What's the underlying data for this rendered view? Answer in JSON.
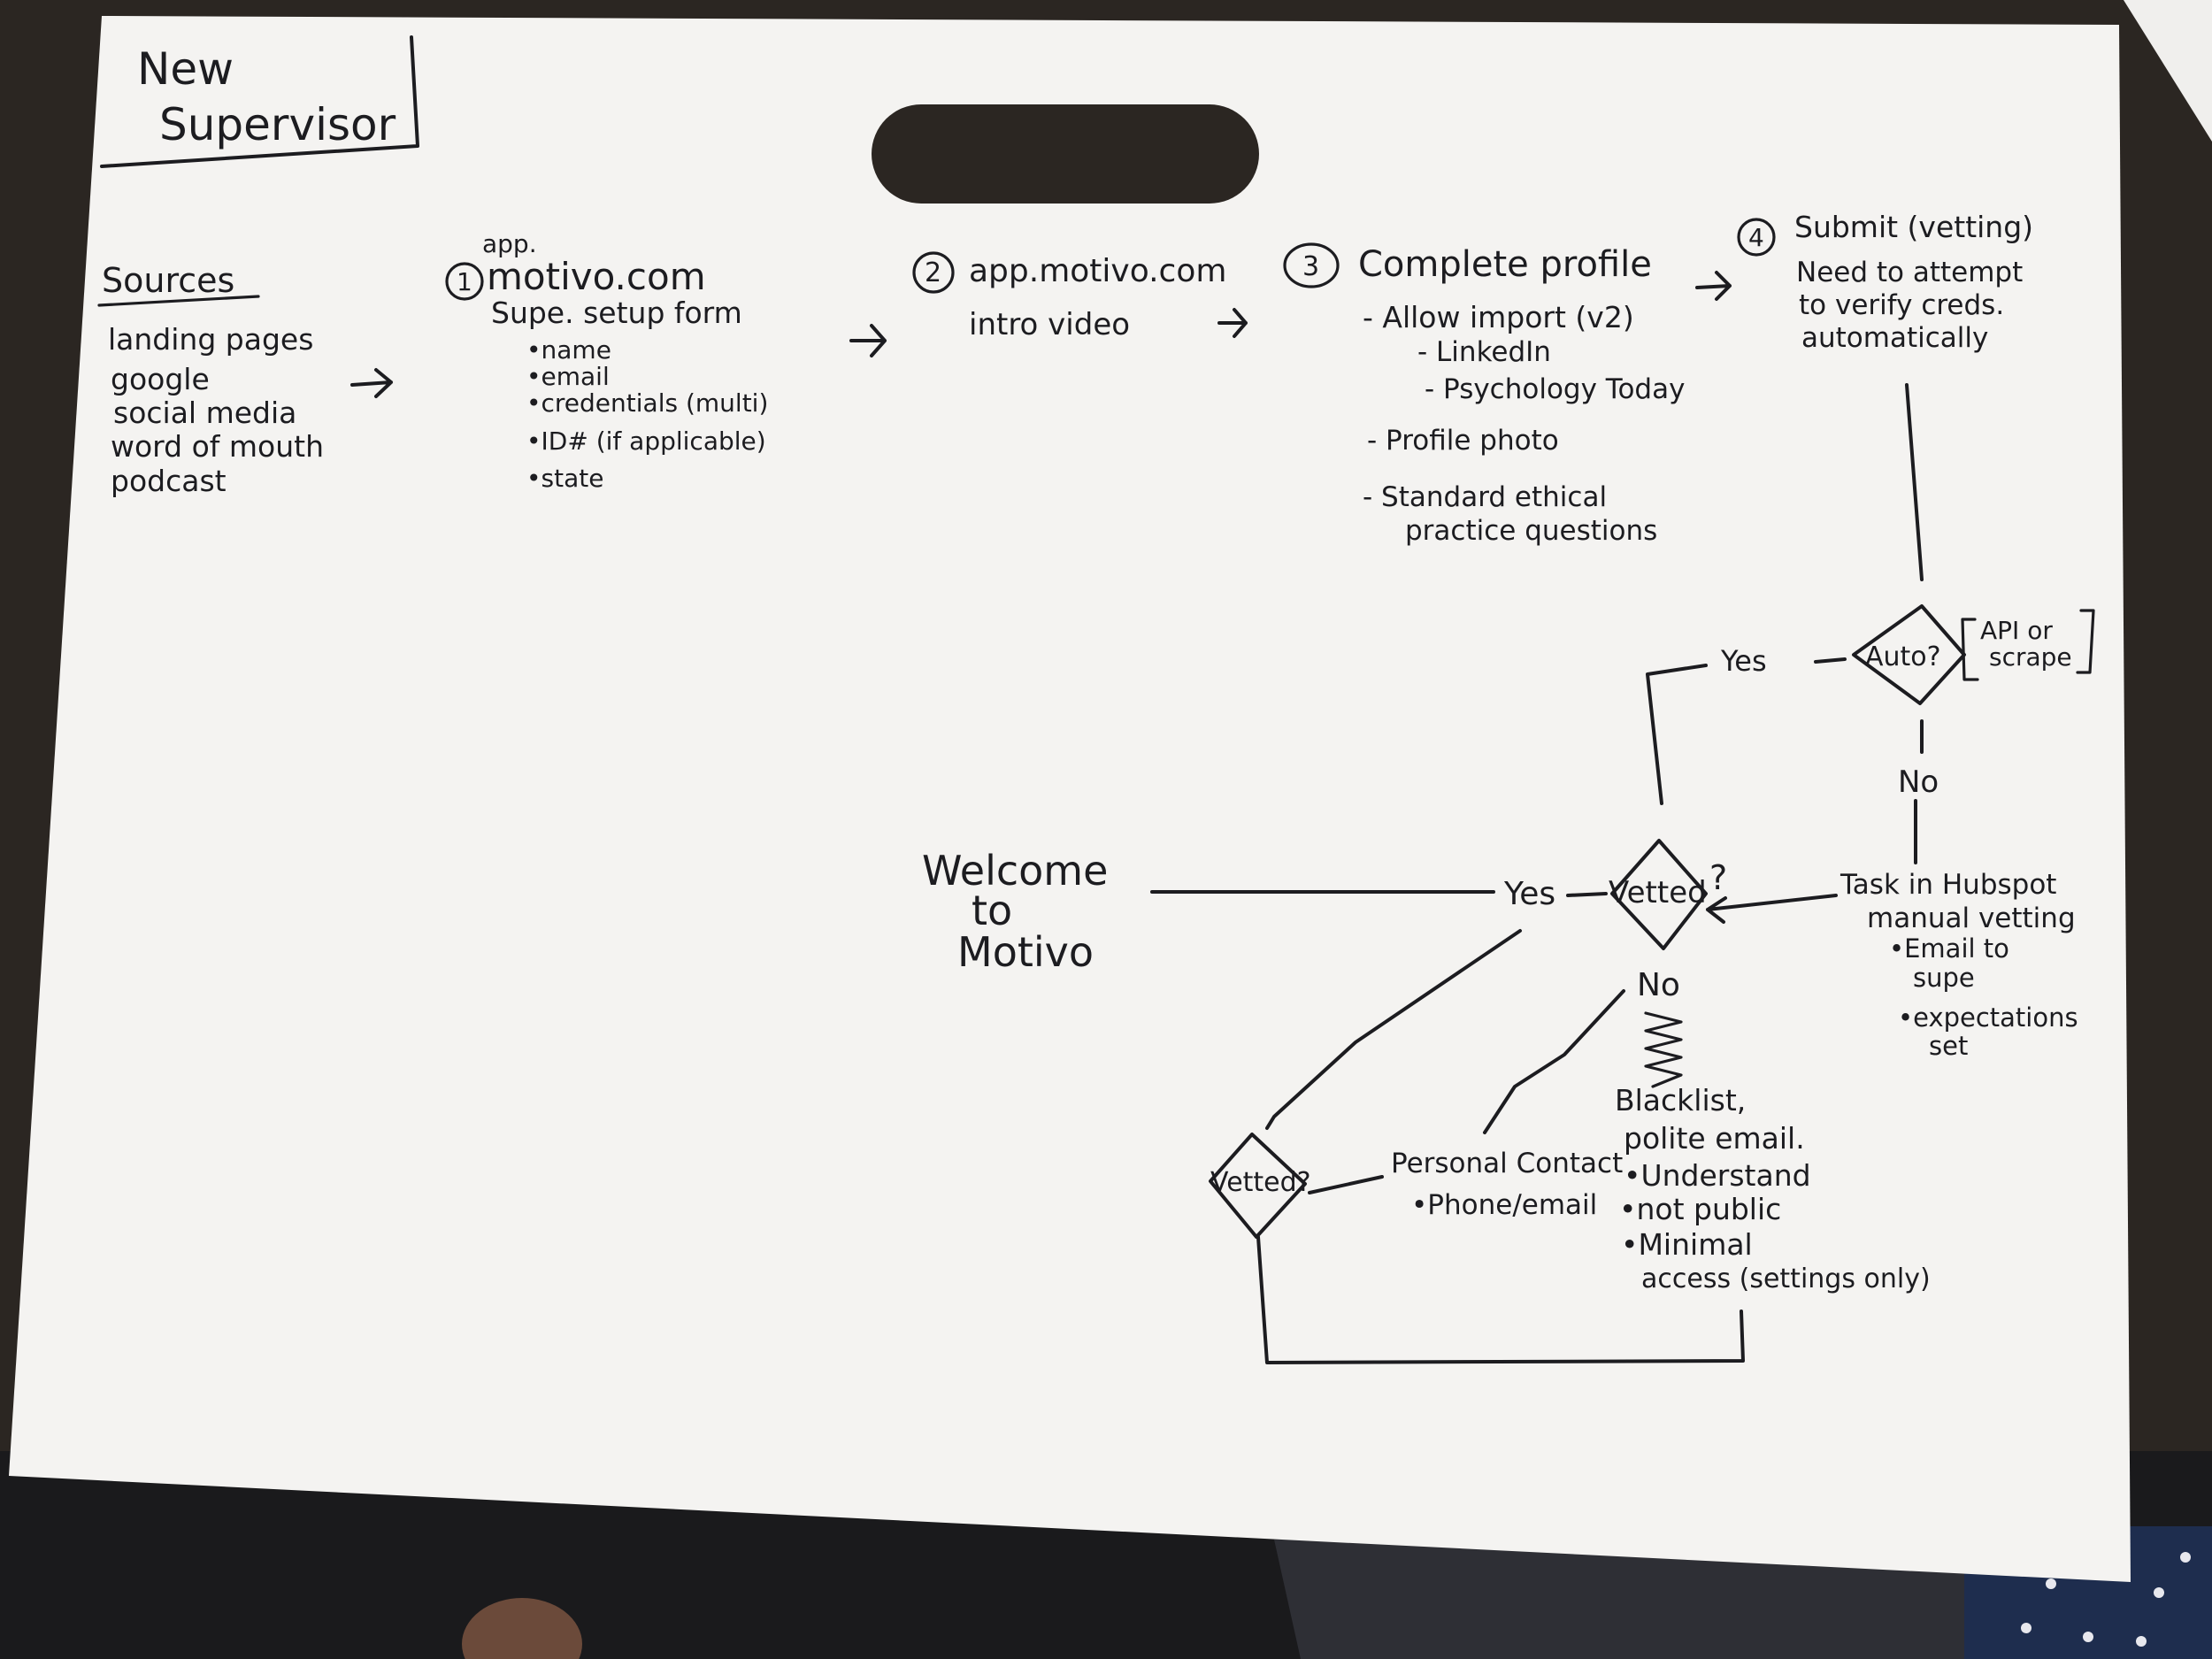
{
  "title": [
    "New",
    "Supervisor"
  ],
  "sources": {
    "heading": "Sources",
    "items": [
      "landing pages",
      "google",
      "social media",
      "word of mouth",
      "podcast"
    ]
  },
  "step1": {
    "number": "1",
    "line1": "app.",
    "line2": "motivo.com",
    "subtitle": "Supe. setup form",
    "items": [
      "•name",
      "•email",
      "•credentials (multi)",
      "•ID# (if applicable)",
      "•state"
    ]
  },
  "step2": {
    "number": "2",
    "title": "app.motivo.com",
    "subtitle": "intro video"
  },
  "step3": {
    "number": "3",
    "title": "Complete profile",
    "items": [
      "- Allow import (v2)",
      "- LinkedIn",
      "- Psychology Today",
      "- Profile photo",
      "- Standard ethical",
      "practice questions"
    ]
  },
  "step4": {
    "number": "4",
    "title": "Submit (vetting)",
    "lines": [
      "Need to attempt",
      "to verify creds.",
      "automatically"
    ]
  },
  "auto_decision": {
    "label": "Auto?",
    "note": [
      "API or",
      "scrape"
    ]
  },
  "yes_labels": [
    "Yes",
    "Yes"
  ],
  "no_labels": [
    "No",
    "No"
  ],
  "vetted_decision": {
    "label": "Vetted",
    "question_mark": "?"
  },
  "vetted_decision_2": {
    "label": "Vetted?"
  },
  "hubspot_task": {
    "lines": [
      "Task in Hubspot",
      "manual vetting",
      "•Email to",
      "supe",
      "•expectations",
      "set"
    ]
  },
  "welcome": [
    "Welcome",
    "to",
    "Motivo"
  ],
  "personal_contact": [
    "Personal Contact",
    "•Phone/email"
  ],
  "blacklist": [
    "Blacklist,",
    "polite email.",
    "•Understand",
    "•not public",
    "•Minimal",
    "access (settings only)"
  ],
  "colors": {
    "paper": "#f4f3f1",
    "ink": "#1c1c20",
    "table": "#2b2622",
    "floor": "#1a1a1c",
    "fabric": "#1e2d4e"
  }
}
